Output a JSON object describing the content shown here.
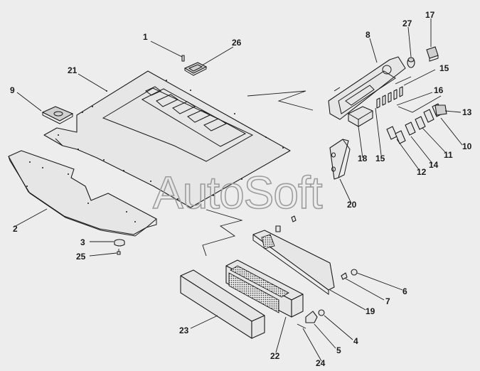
{
  "watermark": "AutoSoft",
  "callouts": {
    "c1": "1",
    "c2": "2",
    "c3": "3",
    "c4": "4",
    "c5": "5",
    "c6": "6",
    "c7": "7",
    "c8": "8",
    "c9": "9",
    "c10": "10",
    "c11": "11",
    "c12": "12",
    "c13": "13",
    "c14": "14",
    "c15a": "15",
    "c15b": "15",
    "c16": "16",
    "c17": "17",
    "c18": "18",
    "c19": "19",
    "c20": "20",
    "c21": "21",
    "c22": "22",
    "c23": "23",
    "c24": "24",
    "c25": "25",
    "c26": "26",
    "c27": "27"
  },
  "colors": {
    "line": "#1a1a1a",
    "background": "#ededed",
    "watermark": "#9c9c9c"
  }
}
